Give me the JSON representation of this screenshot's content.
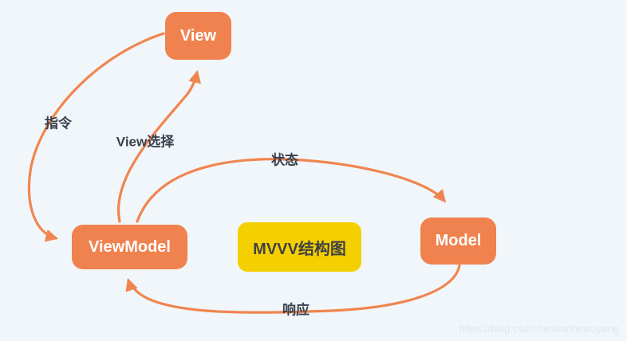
{
  "diagram": {
    "title_box": {
      "label": "MVVV结构图"
    },
    "nodes": [
      {
        "id": "view",
        "label": "View"
      },
      {
        "id": "viewmodel",
        "label": "ViewModel"
      },
      {
        "id": "model",
        "label": "Model"
      }
    ],
    "edges": [
      {
        "from": "view",
        "to": "viewmodel",
        "label": "指令"
      },
      {
        "from": "viewmodel",
        "to": "view",
        "label": "View选择"
      },
      {
        "from": "viewmodel",
        "to": "model",
        "label": "状态"
      },
      {
        "from": "model",
        "to": "viewmodel",
        "label": "响应"
      }
    ],
    "colors": {
      "node_fill": "#F0824F",
      "title_fill": "#F5D000",
      "arrow": "#F0854F",
      "edge_label_text": "#39414D",
      "background": "#F1F6FA"
    },
    "watermark": "https://blog.csdn.net/sanhewuyang"
  }
}
